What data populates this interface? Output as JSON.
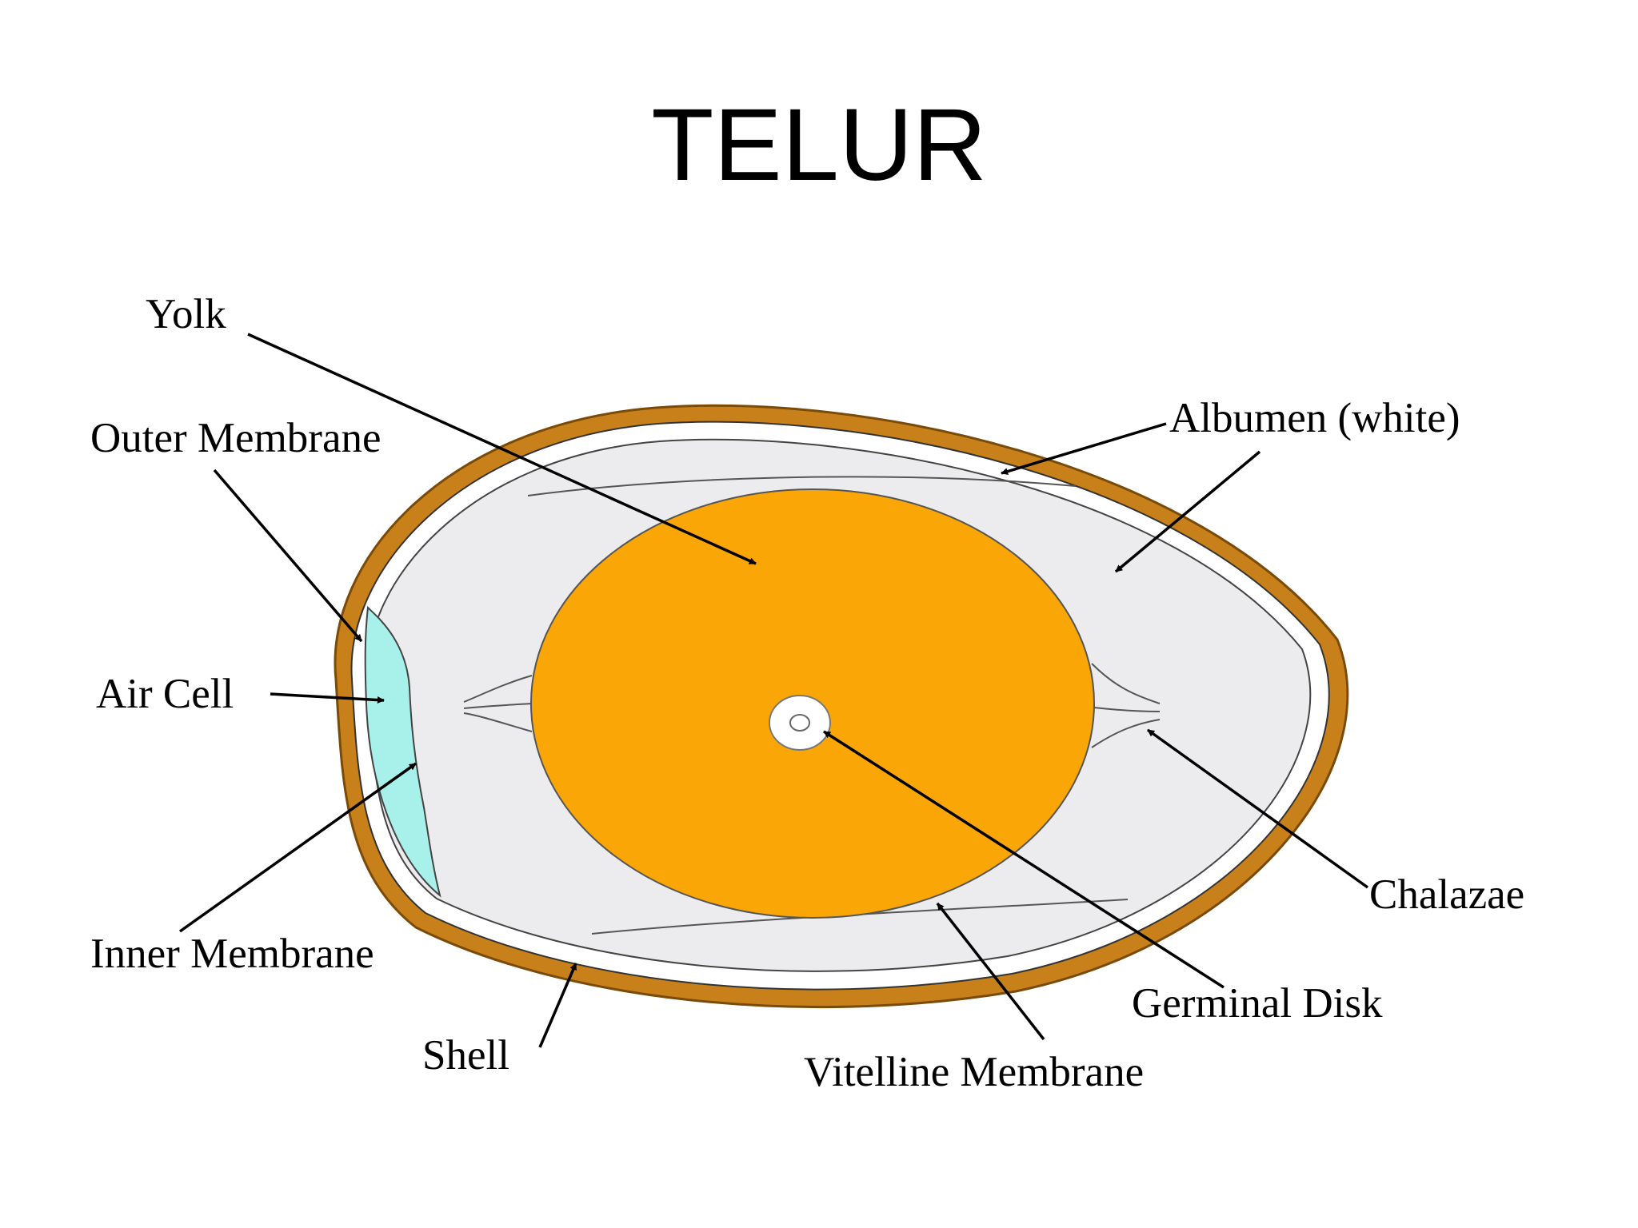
{
  "title": "TELUR",
  "labels": {
    "yolk": "Yolk",
    "outer_membrane": "Outer Membrane",
    "air_cell": "Air Cell",
    "inner_membrane": "Inner Membrane",
    "shell": "Shell",
    "albumen": "Albumen (white)",
    "chalazae": "Chalazae",
    "germinal_disk": "Germinal Disk",
    "vitelline_membrane": "Vitelline Membrane"
  },
  "colors": {
    "shell": "#c8811a",
    "albumen": "#ececee",
    "yolk": "#f9a606",
    "air_cell": "#a8f0ea",
    "line": "#000000"
  }
}
